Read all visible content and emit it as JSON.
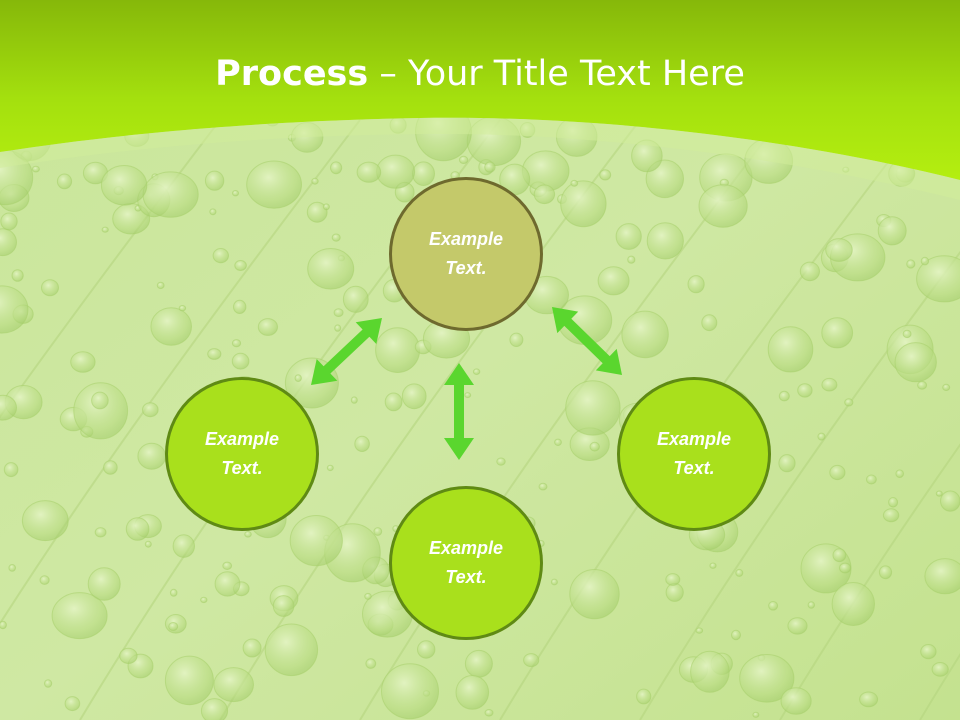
{
  "title": {
    "bold": "Process",
    "rest": " – Your Title Text Here"
  },
  "nodes": {
    "top": "Example\nText.",
    "left": "Example\nText.",
    "right": "Example\nText.",
    "bottom": "Example\nText."
  },
  "colors": {
    "header": "#a6e410",
    "node_fill": "#a9e01c",
    "node_top_fill": "#c4c96a",
    "arrow": "#5ad62e"
  }
}
